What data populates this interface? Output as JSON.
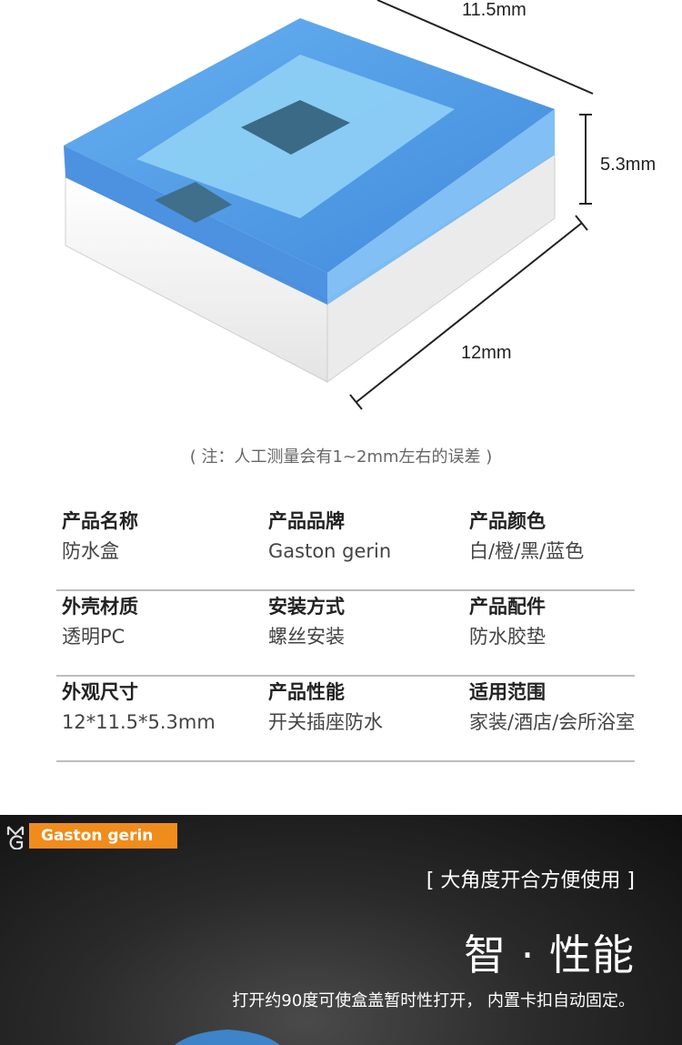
{
  "dimensions": {
    "width": "11.5mm",
    "height": "5.3mm",
    "depth": "12mm"
  },
  "note": "( 注：人工测量会有1~2mm左右的误差 )",
  "specs": [
    [
      {
        "label": "产品名称",
        "value": "防水盒"
      },
      {
        "label": "产品品牌",
        "value": "Gaston gerin"
      },
      {
        "label": "产品颜色",
        "value": "白/橙/黑/蓝色"
      }
    ],
    [
      {
        "label": "外壳材质",
        "value": "透明PC"
      },
      {
        "label": "安装方式",
        "value": "螺丝安装"
      },
      {
        "label": "产品配件",
        "value": "防水胶垫"
      }
    ],
    [
      {
        "label": "外观尺寸",
        "value": "12*11.5*5.3mm"
      },
      {
        "label": "产品性能",
        "value": "开关插座防水"
      },
      {
        "label": "适用范围",
        "value": "家装/酒店/会所浴室"
      }
    ]
  ],
  "banner": {
    "brand": "Gaston gerin",
    "tagline": "[ 大角度开合方便使用 ]",
    "title": "智 · 性能",
    "description": "打开约90度可使盒盖暂时性打开， 内置卡扣自动固定。",
    "brand_color": "#f08c1c"
  },
  "colors": {
    "cover_blue": "#3a8fe0",
    "base_white": "#f2f2f2"
  }
}
